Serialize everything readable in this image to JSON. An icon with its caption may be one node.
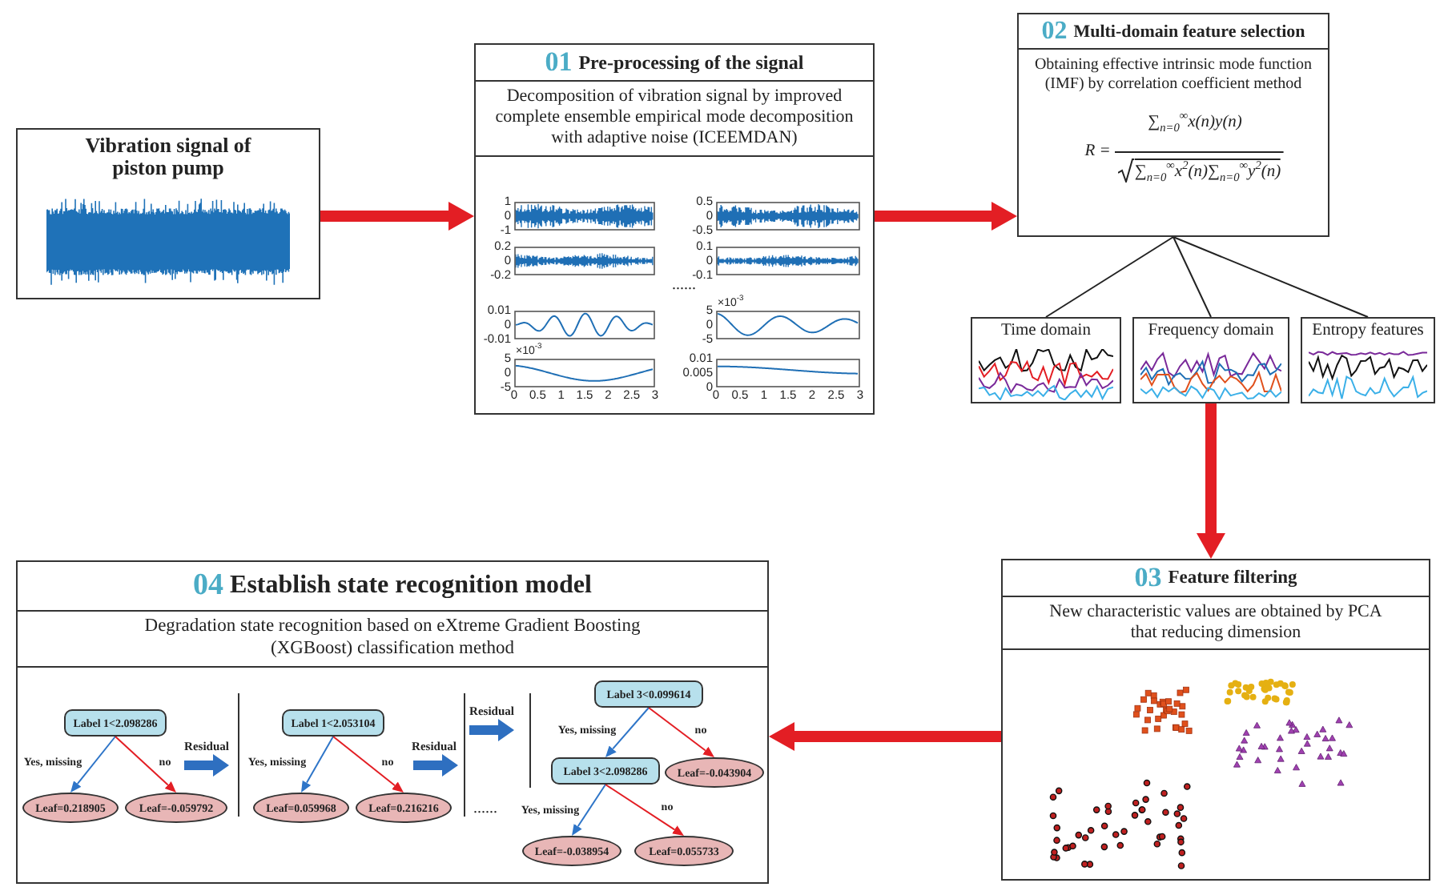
{
  "diagram": {
    "nodes": [
      {
        "text": [
          "Vibration signal of piston pump"
        ]
      },
      {
        "text": [
          "01",
          "Pre-processing of the signal",
          "Decomposition of vibration signal by improved complete ensemble empirical mode decomposition with adaptive noise (ICEEMDAN)"
        ]
      },
      {
        "text": [
          "02",
          "Multi-domain feature selection",
          "Obtaining effective intrinsic mode function (IMF) by correlation coefficient method"
        ]
      },
      {
        "text": [
          "Time domain"
        ]
      },
      {
        "text": [
          "Frequency domain"
        ]
      },
      {
        "text": [
          "Entropy features"
        ]
      },
      {
        "text": [
          "03",
          "Feature filtering",
          "New characteristic values are obtained by PCA that reducing dimension"
        ]
      },
      {
        "text": [
          "04",
          "Establish state recognition model",
          "Degradation state recognition based on eXtreme Gradient Boosting (XGBoost) classification method"
        ]
      },
      {
        "text": [
          "Label 1<2.098286"
        ],
        "in": 7
      },
      {
        "text": [
          "Leaf=0.218905"
        ],
        "in": 7
      },
      {
        "text": [
          "Leaf=-0.059792"
        ],
        "in": 7
      },
      {
        "text": [
          "Label 1<2.053104"
        ],
        "in": 7
      },
      {
        "text": [
          "Leaf=0.059968"
        ],
        "in": 7
      },
      {
        "text": [
          "Leaf=0.216216"
        ],
        "in": 7
      },
      {
        "text": [
          "Label 3<0.099614"
        ],
        "in": 7
      },
      {
        "text": [
          "Label 3<2.098286"
        ],
        "in": 7
      },
      {
        "text": [
          "Leaf=-0.043904"
        ],
        "in": 7
      },
      {
        "text": [
          "Leaf=-0.038954"
        ],
        "in": 7
      },
      {
        "text": [
          "Leaf=0.055733"
        ],
        "in": 7
      }
    ],
    "edges": [
      {
        "from": 0,
        "to": 1,
        "arrow": "to",
        "style": "thick",
        "color": "#e31e24"
      },
      {
        "from": 1,
        "to": 2,
        "arrow": "to",
        "style": "thick",
        "color": "#e31e24"
      },
      {
        "from": 2,
        "to": 3,
        "arrow": "none",
        "color": "#222222"
      },
      {
        "from": 2,
        "to": 4,
        "arrow": "none",
        "color": "#222222"
      },
      {
        "from": 2,
        "to": 5,
        "arrow": "none",
        "color": "#222222"
      },
      {
        "from": 4,
        "to": 6,
        "arrow": "to",
        "style": "thick",
        "color": "#e31e24"
      },
      {
        "from": 6,
        "to": 7,
        "arrow": "to",
        "style": "thick",
        "color": "#e31e24"
      },
      {
        "from": 8,
        "to": 9,
        "arrow": "to",
        "label": "Yes, missing",
        "color": "#2e75c8"
      },
      {
        "from": 8,
        "to": 10,
        "arrow": "to",
        "label": "no",
        "color": "#e31e24"
      },
      {
        "from": 11,
        "to": 12,
        "arrow": "to",
        "label": "Yes, missing",
        "color": "#2e75c8"
      },
      {
        "from": 11,
        "to": 13,
        "arrow": "to",
        "label": "no",
        "color": "#e31e24"
      },
      {
        "from": 14,
        "to": 15,
        "arrow": "to",
        "label": "Yes, missing",
        "color": "#2e75c8"
      },
      {
        "from": 14,
        "to": 16,
        "arrow": "to",
        "label": "no",
        "color": "#e31e24"
      },
      {
        "from": 15,
        "to": 17,
        "arrow": "to",
        "label": "Yes, missing",
        "color": "#2e75c8"
      },
      {
        "from": 15,
        "to": 18,
        "arrow": "to",
        "label": "no",
        "color": "#e31e24"
      }
    ],
    "labels": [
      "1",
      "0",
      "-1",
      "0.5",
      "0",
      "-0.5",
      "0.2",
      "0",
      "-0.2",
      "0.1",
      "0",
      "-0.1",
      "......",
      "0.01",
      "0",
      "-0.01",
      "×10$^{-3}$",
      "5",
      "0",
      "-5",
      "×10$^{-3}$",
      "5",
      "0",
      "-5",
      "0.01",
      "0.005",
      "0",
      "0",
      "0.5",
      "1",
      "1.5",
      "2",
      "2.5",
      "3",
      "0",
      "0.5",
      "1",
      "1.5",
      "2",
      "2.5",
      "3",
      "R =",
      "∑$_{n=0}$$^{∞}$x(n)y(n)",
      "∑$_{n=0}$$^{∞}$x$^{2}$(n)∑$_{n=0}$$^{∞}$y$^{2}$(n)",
      "Residual",
      "Residual",
      "Residual",
      "......"
    ]
  }
}
